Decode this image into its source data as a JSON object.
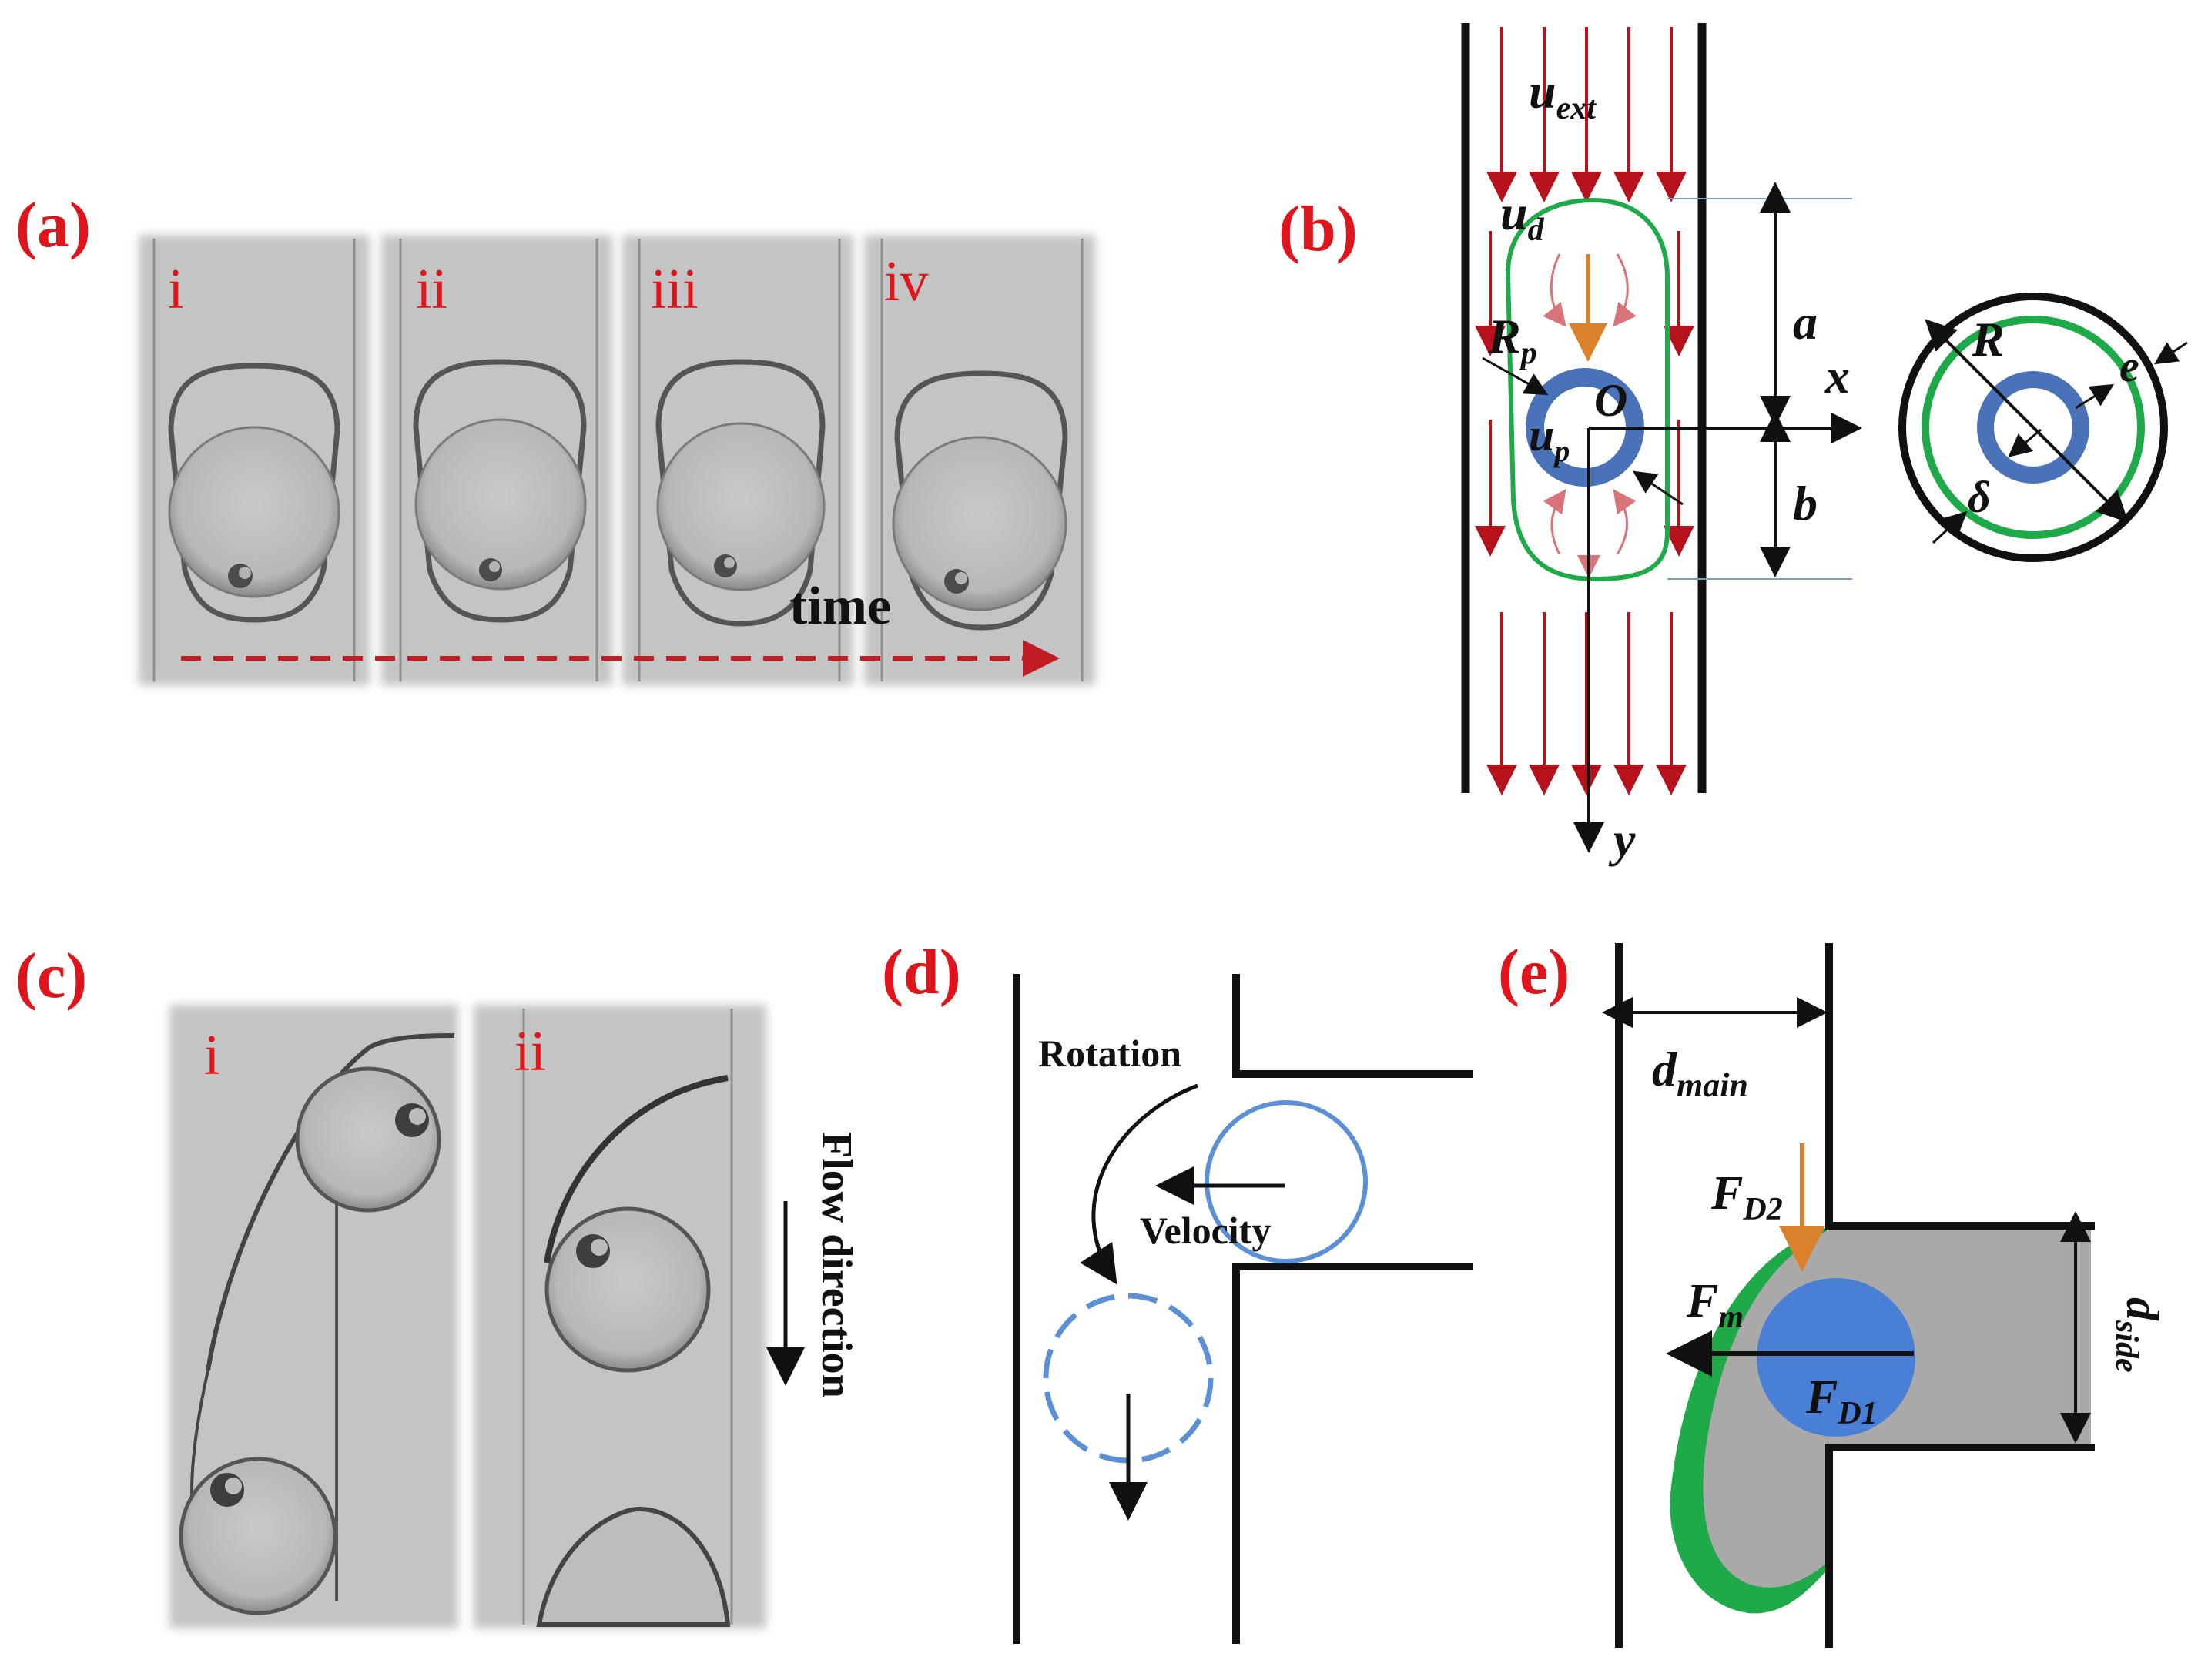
{
  "panels": {
    "a": {
      "label": "(a)",
      "frames": [
        "i",
        "ii",
        "iii",
        "iv"
      ],
      "time_label": "time"
    },
    "b": {
      "label": "(b)",
      "u_ext": "u",
      "u_ext_sub": "ext",
      "u_d": "u",
      "u_d_sub": "d",
      "R_p": "R",
      "R_p_sub": "p",
      "u_p": "u",
      "u_p_sub": "p",
      "origin": "O",
      "axis_x": "x",
      "axis_y": "y",
      "a": "a",
      "b": "b",
      "R": "R",
      "e": "e",
      "delta": "δ"
    },
    "c": {
      "label": "(c)",
      "frames": [
        "i",
        "ii"
      ],
      "flow_label": "Flow direction"
    },
    "d": {
      "label": "(d)",
      "rotation": "Rotation",
      "velocity": "Velocity"
    },
    "e": {
      "label": "(e)",
      "d_main": "d",
      "d_main_sub": "main",
      "d_side": "d",
      "d_side_sub": "side",
      "F_D1": "F",
      "F_D1_sub": "D1",
      "F_D2": "F",
      "F_D2_sub": "D2",
      "F_m": "F",
      "F_m_sub": "m"
    }
  },
  "colors": {
    "label_red": "#e0141b",
    "flow_red": "#b5121b",
    "droplet_green": "#1faa4a",
    "particle_blue": "#4a72b8",
    "orange": "#d9822b",
    "dashed_blue": "#5b8fd6",
    "gray_fill": "#a9a9a9"
  }
}
